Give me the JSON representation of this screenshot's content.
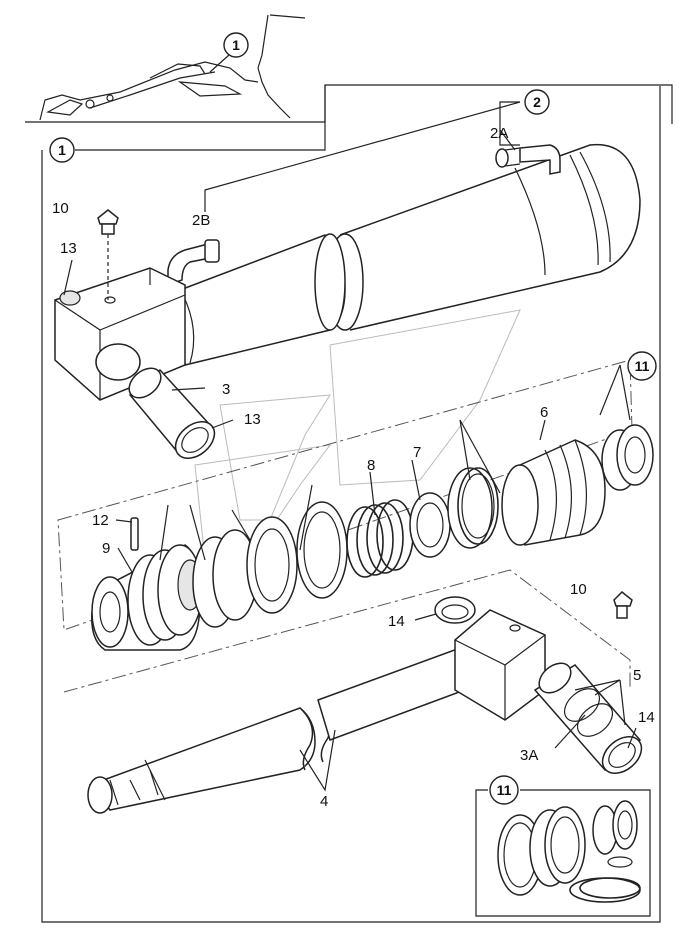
{
  "callouts": {
    "c1_top": "1",
    "c1_main": "1",
    "c2": "2",
    "c11_main": "11",
    "c11_kit": "11"
  },
  "labels": {
    "l2A": "2A",
    "l2B": "2B",
    "l10a": "10",
    "l13a": "13",
    "l3": "3",
    "l13b": "13",
    "l6": "6",
    "l7": "7",
    "l8": "8",
    "l12": "12",
    "l9": "9",
    "l10b": "10",
    "l14a": "14",
    "l5": "5",
    "l14b": "14",
    "l3A": "3A",
    "l4": "4"
  }
}
